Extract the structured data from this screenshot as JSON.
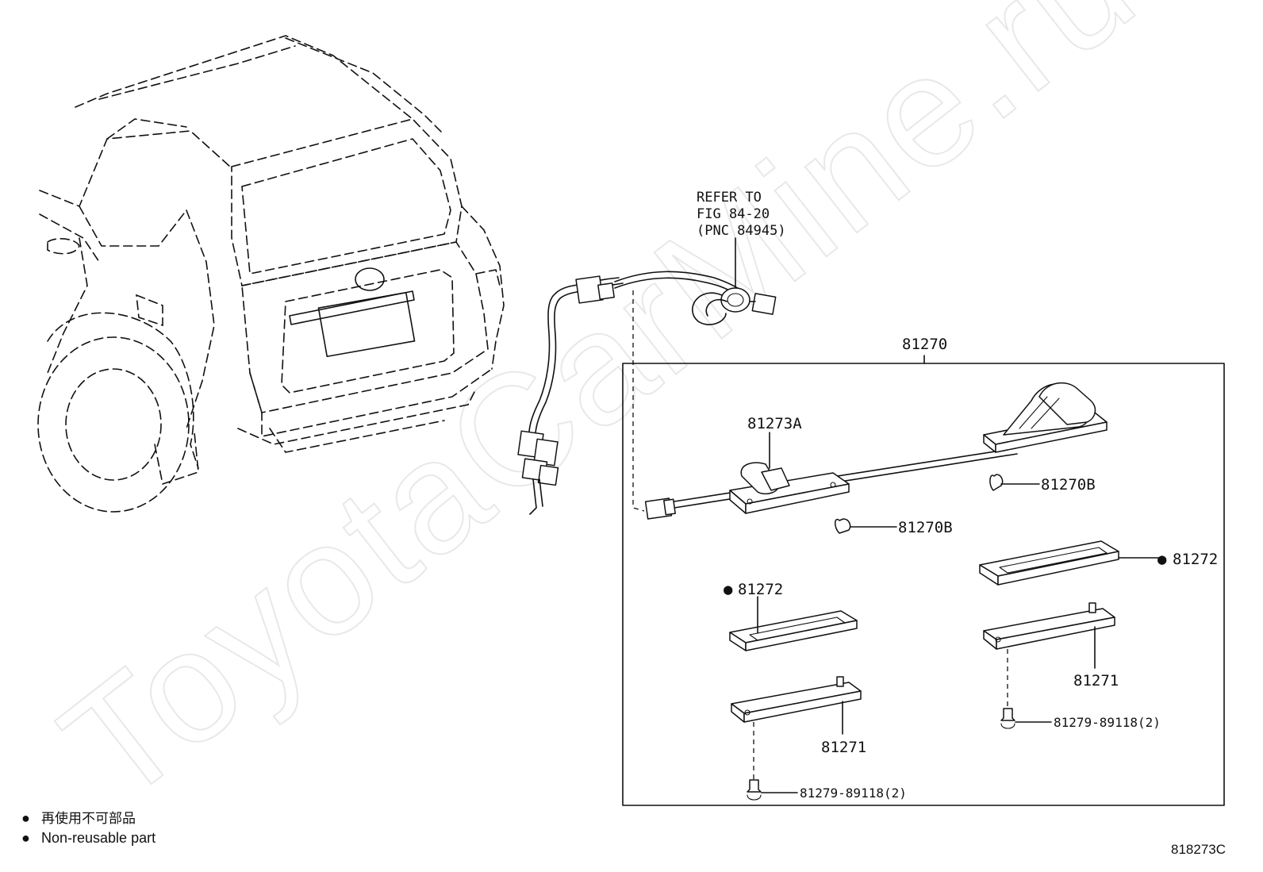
{
  "diagram": {
    "watermark": "ToyotaCarMine.ru",
    "refer_note": [
      "REFER TO",
      "FIG 84-20",
      "(PNC 84945)"
    ],
    "assembly_label": "81270",
    "labels": {
      "lamp_bracket": "81273A",
      "bulb_right": "81270B",
      "bulb_center": "81270B",
      "lens_left": "81272",
      "lens_right": "81272",
      "housing_left": "81271",
      "housing_right": "81271",
      "screw_left": "81279-89118(2)",
      "screw_right": "81279-89118(2)"
    },
    "legend": [
      {
        "bullet": "●",
        "text": "再使用不可部品"
      },
      {
        "bullet": "●",
        "text": "Non-reusable part"
      }
    ],
    "figure_id": "818273C"
  }
}
